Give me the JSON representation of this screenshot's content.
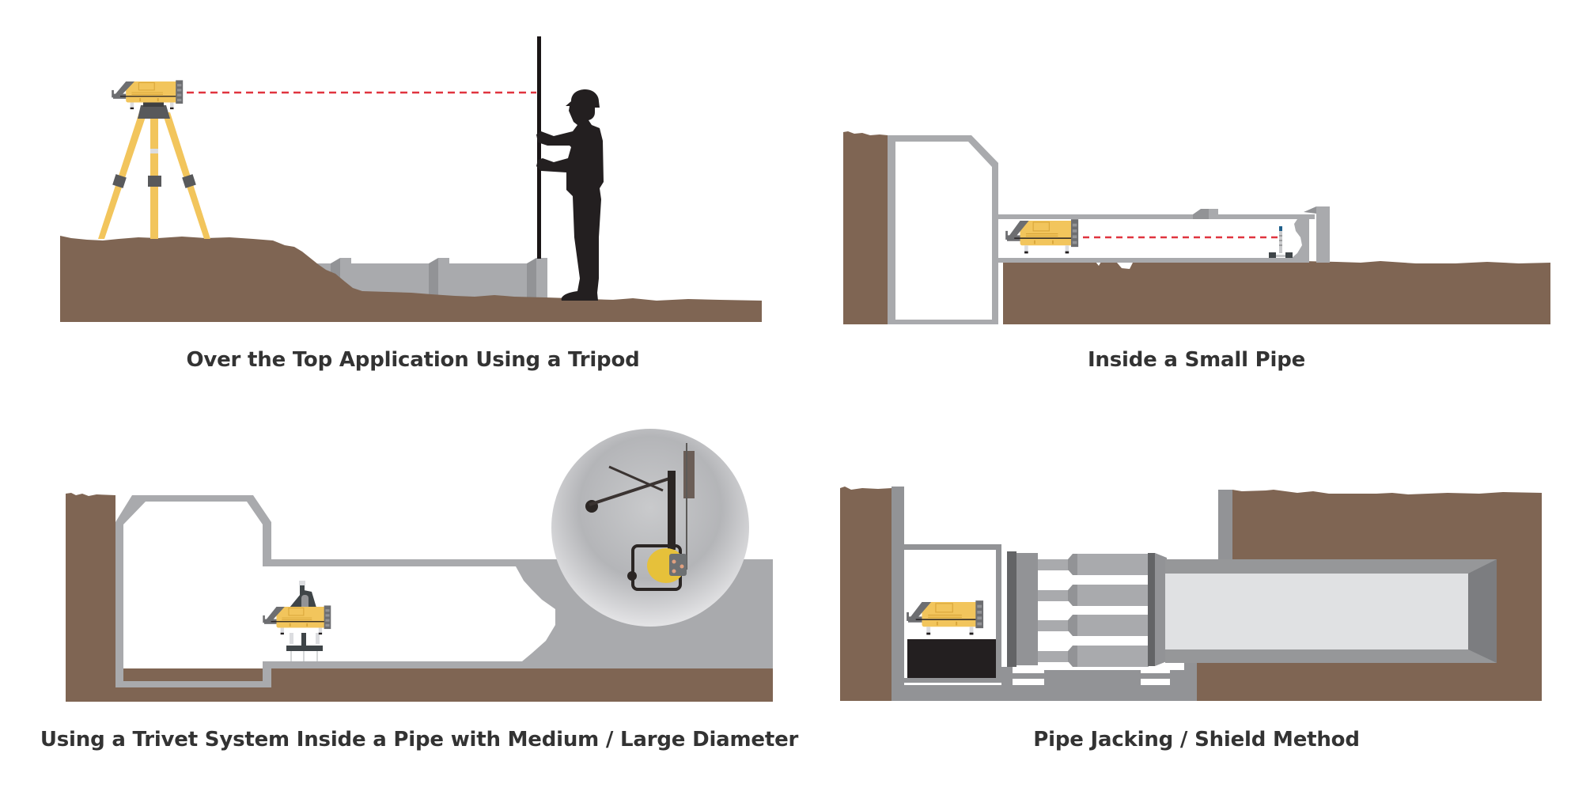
{
  "figure": {
    "panels": [
      {
        "id": "tripod",
        "caption": "Over the Top Application Using a Tripod"
      },
      {
        "id": "small-pipe",
        "caption": "Inside a Small Pipe"
      },
      {
        "id": "trivet",
        "caption": "Using a Trivet System Inside a Pipe with Medium / Large Diameter"
      },
      {
        "id": "pipe-jacking",
        "caption": "Pipe Jacking / Shield Method"
      }
    ]
  },
  "colors": {
    "soil": "#7f6553",
    "pipe_gray": "#a9aaad",
    "pipe_dark": "#929396",
    "pipe_end": "#7c7d80",
    "pipe_light": "#e0e1e3",
    "laser_yellow": "#f2c55c",
    "laser_gray": "#6d6e71",
    "laser_beam": "#e0343f",
    "silhouette": "#231f20",
    "caption_text": "#333333"
  },
  "icons": {
    "pipe_laser": "pipe-laser-icon",
    "tripod": "tripod-icon",
    "worker": "worker-silhouette-icon",
    "grade_rod": "grade-rod-icon",
    "target": "target-icon",
    "trivet": "trivet-icon",
    "photo_inset": "trivet-photo-inset",
    "jacking_frame": "jacking-frame-icon"
  }
}
